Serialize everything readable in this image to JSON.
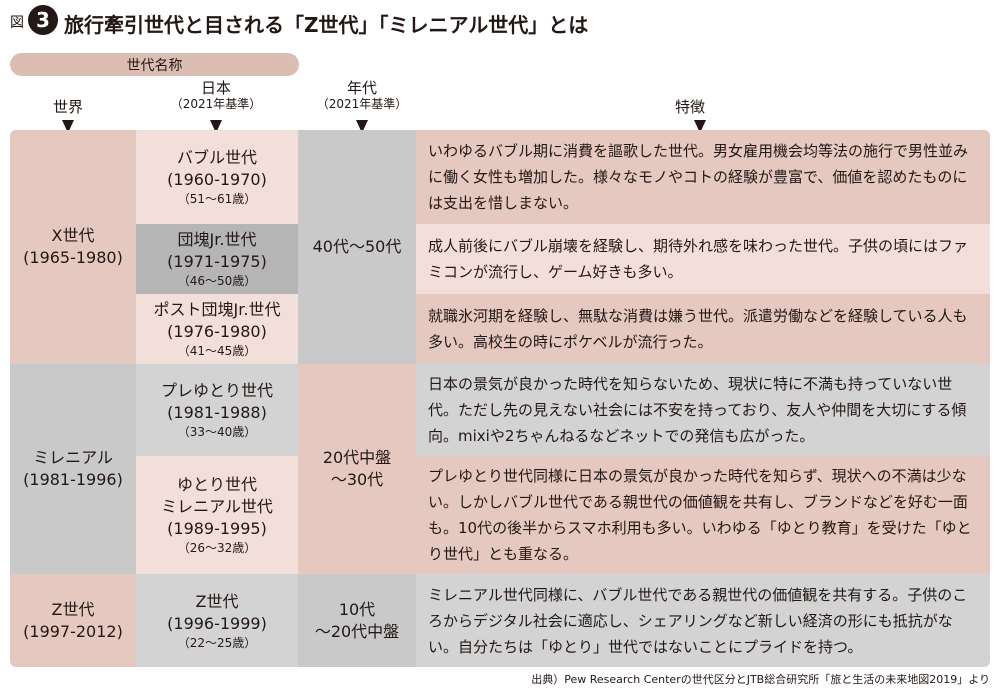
{
  "header": {
    "fig_label": "図",
    "fig_number": "3",
    "title": "旅行牽引世代と目される「Z世代」「ミレニアル世代」とは"
  },
  "legend": {
    "generation_name": "世代名称"
  },
  "columns": {
    "world": "世界",
    "japan": "日本",
    "japan_sub": "（2021年基準）",
    "age": "年代",
    "age_sub": "（2021年基準）",
    "features": "特徴"
  },
  "world_groups": [
    {
      "name": "X世代",
      "years": "(1965-1980)"
    },
    {
      "name": "ミレニアル",
      "years": "(1981-1996)"
    },
    {
      "name": "Z世代",
      "years": "(1997-2012)"
    }
  ],
  "japan_groups": [
    {
      "name": "バブル世代",
      "name2": "",
      "years": "(1960-1970)",
      "ages": "（51〜61歳）"
    },
    {
      "name": "団塊Jr.世代",
      "name2": "",
      "years": "(1971-1975)",
      "ages": "（46〜50歳）"
    },
    {
      "name": "ポスト団塊Jr.世代",
      "name2": "",
      "years": "(1976-1980)",
      "ages": "（41〜45歳）"
    },
    {
      "name": "プレゆとり世代",
      "name2": "",
      "years": "(1981-1988)",
      "ages": "（33〜40歳）"
    },
    {
      "name": "ゆとり世代",
      "name2": "ミレニアル世代",
      "years": "(1989-1995)",
      "ages": "（26〜32歳）"
    },
    {
      "name": "Z世代",
      "name2": "",
      "years": "(1996-1999)",
      "ages": "（22〜25歳）"
    }
  ],
  "age_groups": [
    {
      "line1": "40代〜50代",
      "line2": ""
    },
    {
      "line1": "20代中盤",
      "line2": "〜30代"
    },
    {
      "line1": "10代",
      "line2": "〜20代中盤"
    }
  ],
  "features": [
    "いわゆるバブル期に消費を謳歌した世代。男女雇用機会均等法の施行で男性並みに働く女性も増加した。様々なモノやコトの経験が豊富で、価値を認めたものには支出を惜しまない。",
    "成人前後にバブル崩壊を経験し、期待外れ感を味わった世代。子供の頃にはファミコンが流行し、ゲーム好きも多い。",
    "就職氷河期を経験し、無駄な消費は嫌う世代。派遣労働などを経験している人も多い。高校生の時にポケベルが流行った。",
    "日本の景気が良かった時代を知らないため、現状に特に不満も持っていない世代。ただし先の見えない社会には不安を持っており、友人や仲間を大切にする傾向。mixiや2ちゃんねるなどネットでの発信も広がった。",
    "プレゆとり世代同様に日本の景気が良かった時代を知らず、現状への不満は少ない。しかしバブル世代である親世代の価値観を共有し、ブランドなどを好む一面も。10代の後半からスマホ利用も多い。いわゆる「ゆとり教育」を受けた「ゆとり世代」とも重なる。",
    "ミレニアル世代同様に、バブル世代である親世代の価値観を共有する。子供のころからデジタル社会に適応し、シェアリングなど新しい経済の形にも抵抗がない。自分たちは「ゆとり」世代ではないことにプライドを持つ。"
  ],
  "source": "出典）Pew Research Centerの世代区分とJTB総合研究所「旅と生活の未来地図2019」より"
}
